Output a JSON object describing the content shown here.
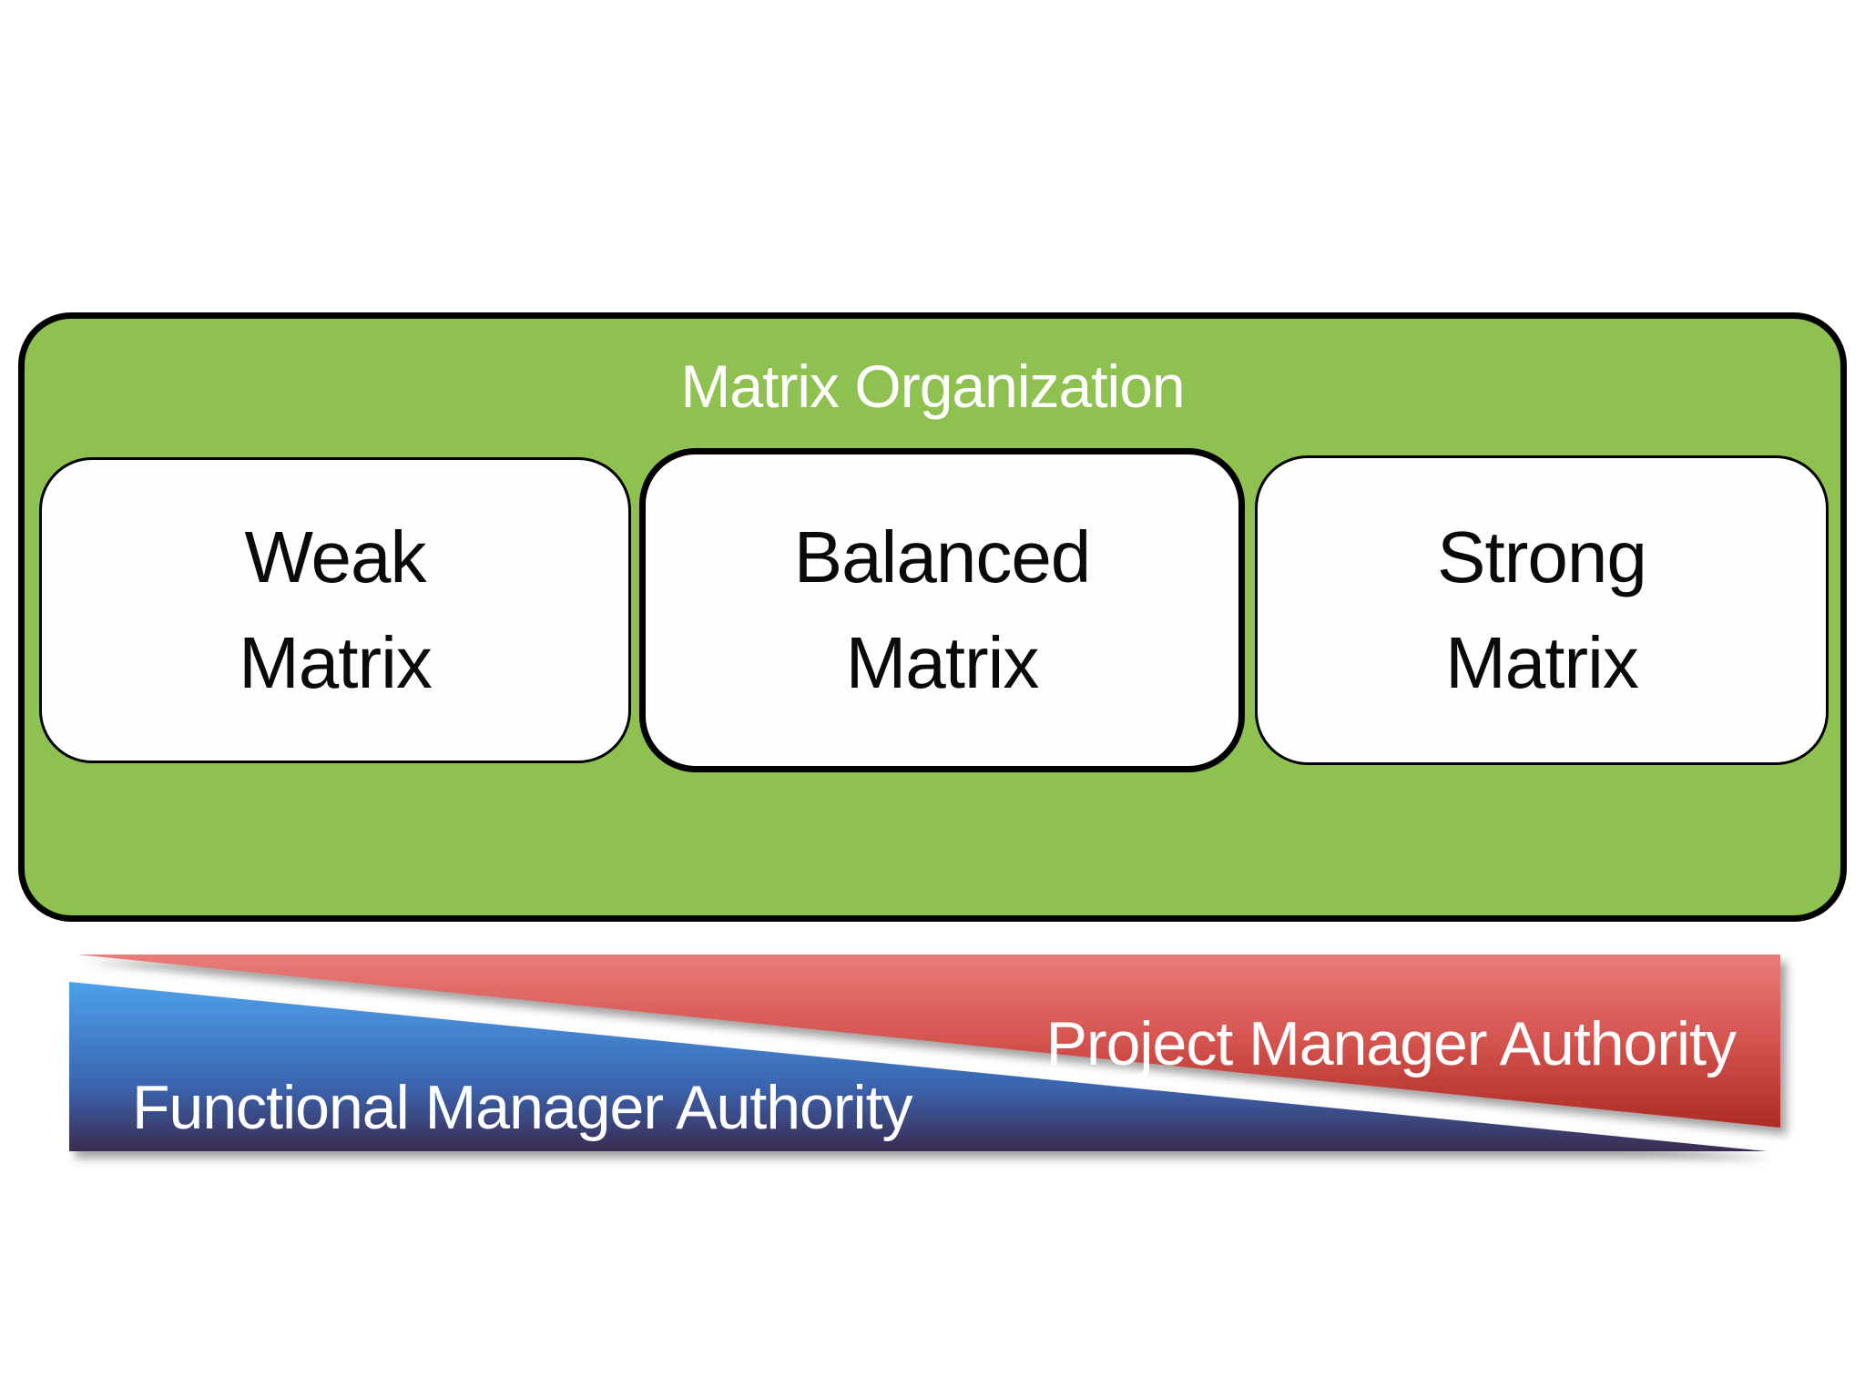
{
  "diagram": {
    "title": "Matrix Organization",
    "boxes": [
      {
        "line1": "Weak",
        "line2": "Matrix",
        "emphasized": false
      },
      {
        "line1": "Balanced",
        "line2": "Matrix",
        "emphasized": true
      },
      {
        "line1": "Strong",
        "line2": "Matrix",
        "emphasized": false
      }
    ],
    "axes": {
      "project_label": "Project Manager Authority",
      "functional_label": "Functional Manager Authority"
    },
    "colors": {
      "green": "#8EC14F",
      "border": "#000000",
      "red_top": "#E97C79",
      "red_mid": "#D4534E",
      "red_bottom": "#AE2B24",
      "blue_top": "#4EA0EB",
      "blue_mid": "#3A64AE",
      "blue_bottom": "#3A2B52",
      "title_text": "#FFFFFF",
      "box_text": "#0A0A0A"
    }
  }
}
